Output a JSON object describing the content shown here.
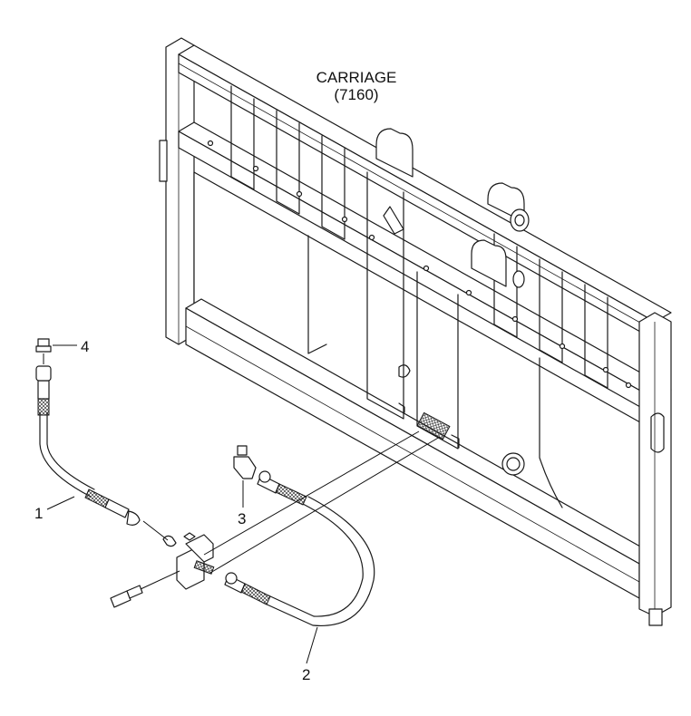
{
  "title": {
    "line1": "CARRIAGE",
    "line2": "(7160)"
  },
  "callouts": [
    {
      "id": "1",
      "label": "1"
    },
    {
      "id": "2",
      "label": "2"
    },
    {
      "id": "3",
      "label": "3"
    },
    {
      "id": "4",
      "label": "4"
    }
  ],
  "colors": {
    "line": "#1a1a1a",
    "background": "#ffffff",
    "shade": "#f2f2f2"
  }
}
